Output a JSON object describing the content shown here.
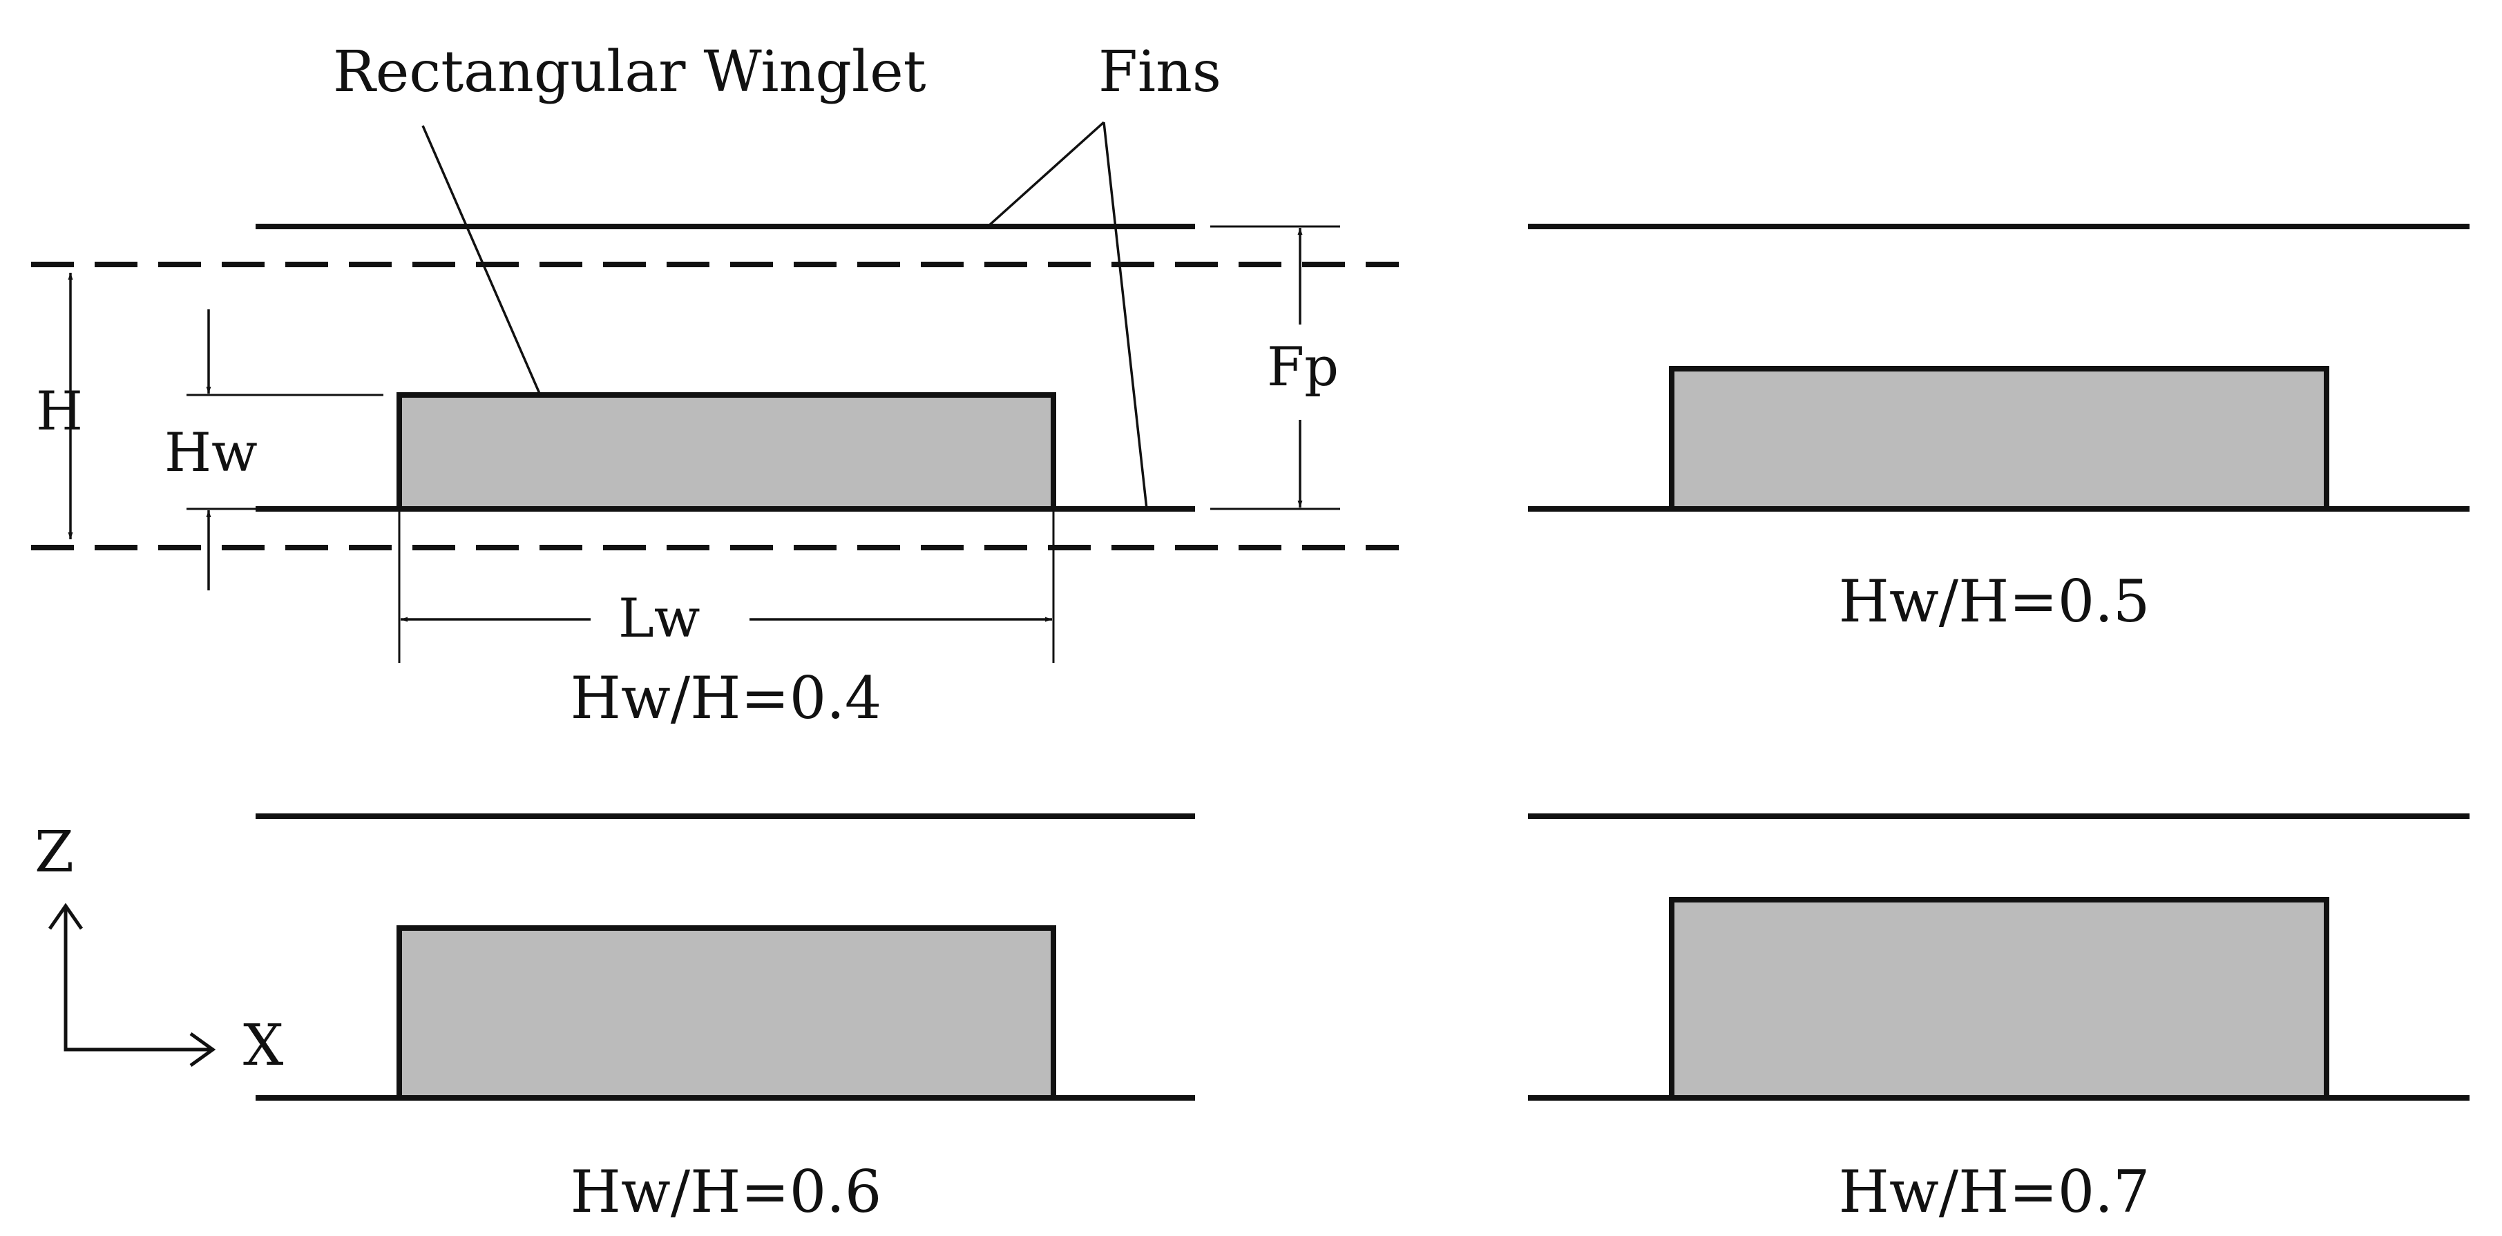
{
  "labels": {
    "winglet": "Rectangular Winglet",
    "fins": "Fins",
    "height": "H",
    "winglet_height": "Hw",
    "fin_pitch": "Fp",
    "winglet_length": "Lw",
    "axis_z": "Z",
    "axis_x": "X"
  },
  "panels": [
    {
      "caption": "Hw/H=0.4",
      "ratio": 0.4
    },
    {
      "caption": "Hw/H=0.5",
      "ratio": 0.5
    },
    {
      "caption": "Hw/H=0.6",
      "ratio": 0.6
    },
    {
      "caption": "Hw/H=0.7",
      "ratio": 0.7
    }
  ],
  "colors": {
    "line": "#111111",
    "winglet_fill": "#bbbbbb",
    "background": "#ffffff"
  }
}
